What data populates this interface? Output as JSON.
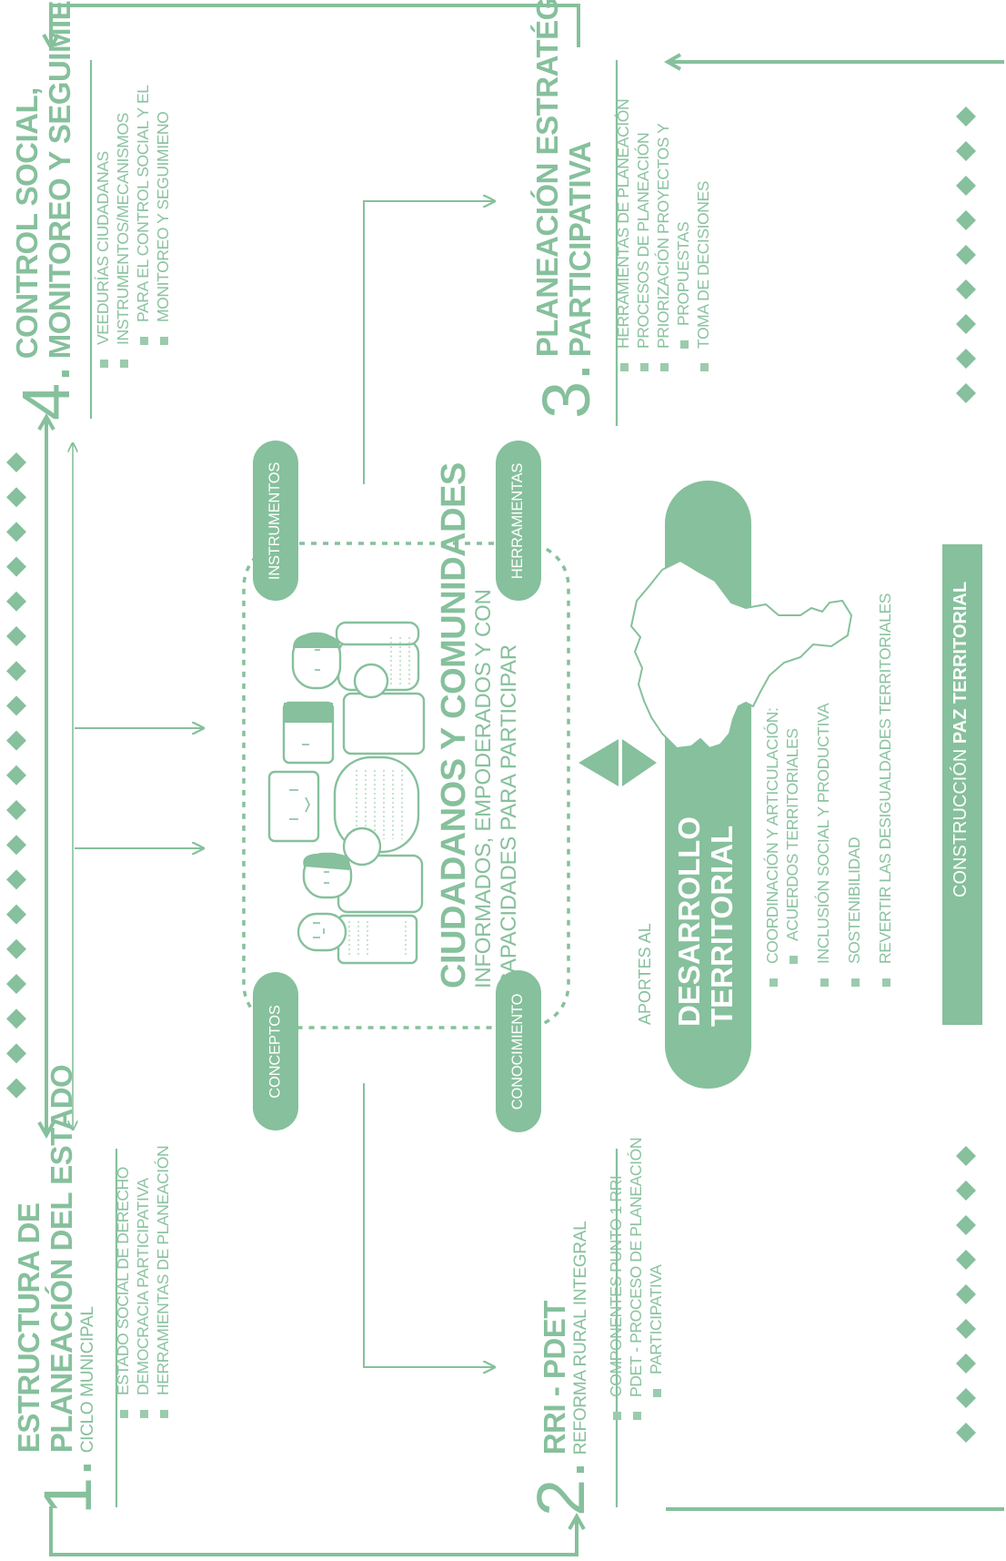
{
  "sections": [
    {
      "number": "1.",
      "title": [
        "ESTRUCTURA DE",
        "PLANEACIÓN DEL ESTADO"
      ],
      "subtitle": "CICLO MUNICIPAL",
      "items": [
        "ESTADO SOCIAL DE DERECHO",
        "DEMOCRACIA PARTICIPATIVA",
        "HERRAMIENTAS DE PLANEACIÓN"
      ]
    },
    {
      "number": "2.",
      "title": [
        "RRI - PDET"
      ],
      "subtitle": "REFORMA RURAL INTEGRAL",
      "items": [
        "COMPONENTES PUNTO 1 RRI",
        "PDET - PROCESO DE PLANEACIÓN",
        "PARTICIPATIVA"
      ]
    },
    {
      "number": "3.",
      "title": [
        "PLANEACIÓN ESTRATÉGICA",
        "PARTICIPATIVA"
      ],
      "subtitle": "",
      "items": [
        "HERRAMIENTAS DE PLANEACIÓN",
        "PROCESOS DE PLANEACIÓN",
        "PRIORIZACIÓN PROYECTOS Y",
        "PROPUESTAS",
        "TOMA DE DECISIONES"
      ]
    },
    {
      "number": "4.",
      "title": [
        "CONTROL SOCIAL,",
        "MONITOREO Y SEGUIMIENTO"
      ],
      "subtitle": "",
      "items": [
        "VEEDURÍAS CIUDADANAS",
        "INSTRUMENTOS/MECANISMOS",
        "PARA EL CONTROL SOCIAL Y EL",
        "MONITOREO Y SEGUIMIENO"
      ]
    }
  ],
  "pills": [
    "CONCEPTOS",
    "INSTRUMENTOS",
    "CONOCIMIENTO",
    "HERRAMIENTAS"
  ],
  "center": {
    "title": "CIUDADANOS Y COMUNIDADES",
    "subtitle_1": "INFORMADOS, EMPODERADOS Y CON",
    "subtitle_2": "CAPACIDADES PARA PARTICIPAR"
  },
  "territorial": {
    "prefix": "APORTES AL",
    "title_1": "DESARROLLO",
    "title_2": "TERRITORIAL",
    "items": [
      "COORDINACIÓN Y ARTICULACIÓN:",
      "ACUERDOS TERRITORIALES",
      "INCLUSIÓN SOCIAL Y PRODUCTIVA",
      "SOSTENIBILIDAD",
      "REVERTIR LAS DESIGUALDADES TERRITORIALES"
    ],
    "banner_normal": "CONSTRUCCIÓN ",
    "banner_bold": "PAZ TERRITORIAL"
  },
  "colors": {
    "accent": "#86c09c",
    "light": "#b7dbc5",
    "white": "#ffffff"
  }
}
